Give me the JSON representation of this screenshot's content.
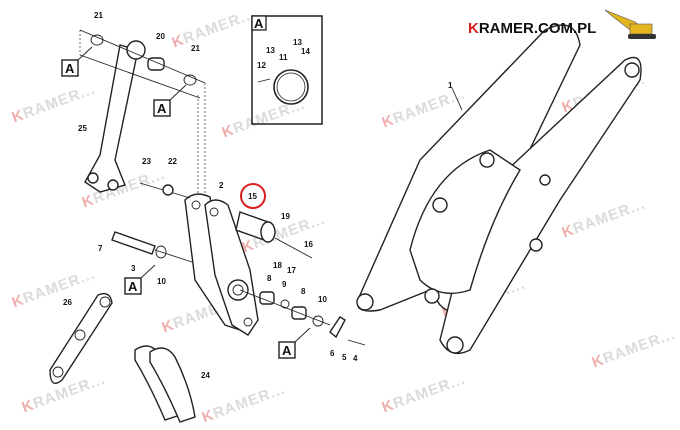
{
  "logo": {
    "k": "K",
    "rest": "RAMER.COM.PL"
  },
  "watermark": {
    "k": "K",
    "text": "RAMER..."
  },
  "detail_label": "A",
  "highlight_color": "#d62020",
  "callouts": {
    "c21a": "21",
    "c20": "20",
    "c21b": "21",
    "c25": "25",
    "c23": "23",
    "c22": "22",
    "c2": "2",
    "c15": "15",
    "c19": "19",
    "c16": "16",
    "c18": "18",
    "c17": "17",
    "c7": "7",
    "c3": "3",
    "c10a": "10",
    "c8a": "8",
    "c9": "9",
    "c8b": "8",
    "c10b": "10",
    "c6": "6",
    "c5": "5",
    "c4": "4",
    "c26": "26",
    "c24": "24",
    "c1": "1",
    "i13a": "13",
    "i13b": "13",
    "i14": "14",
    "i11": "11",
    "i12": "12"
  }
}
